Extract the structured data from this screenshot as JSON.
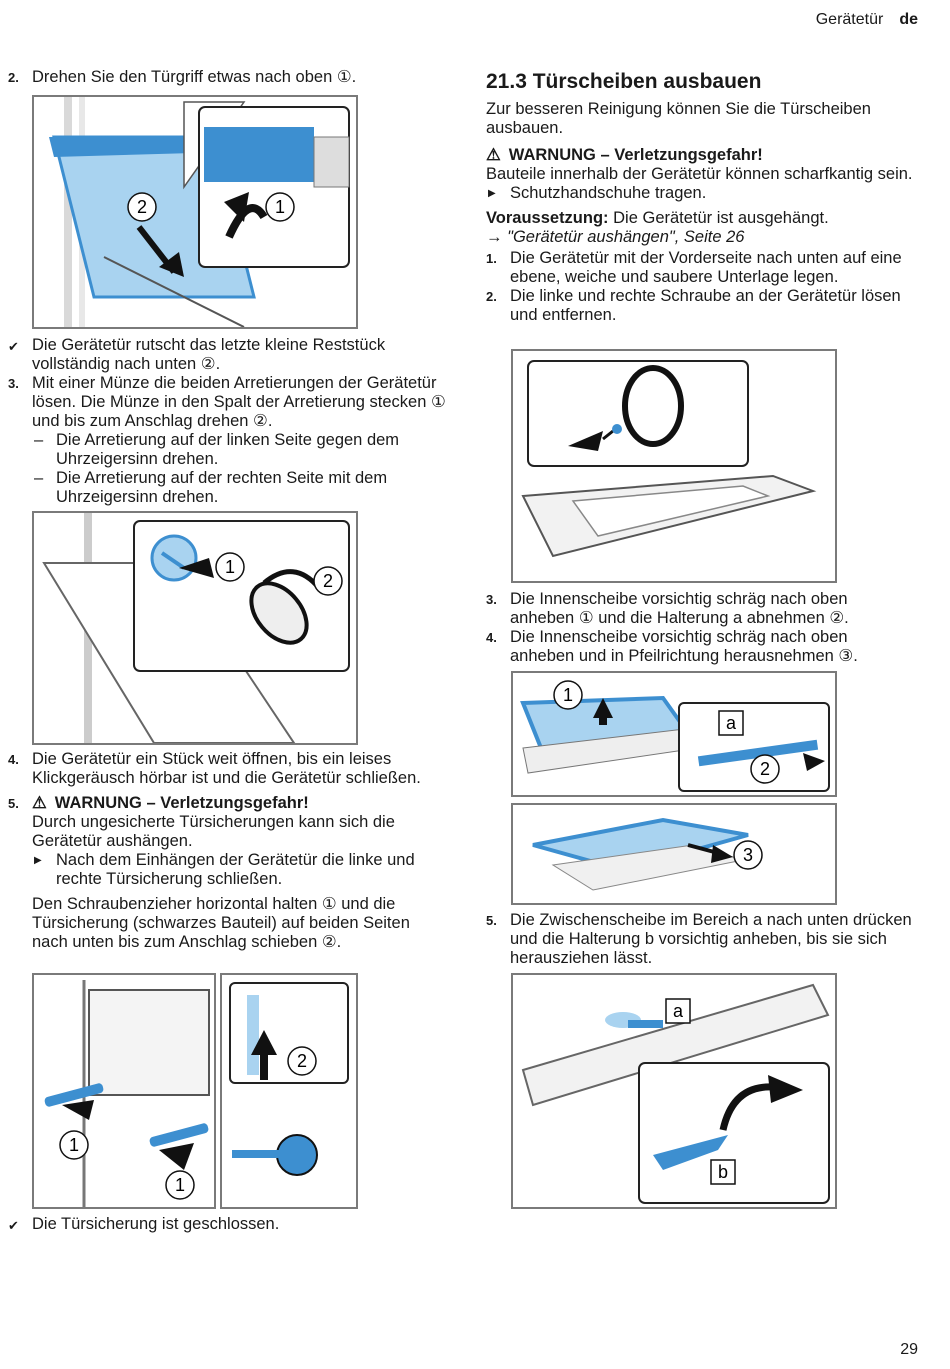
{
  "header": {
    "section": "Gerätetür",
    "lang": "de"
  },
  "page_number": "29",
  "left": {
    "step2": {
      "num": "2.",
      "text": "Drehen Sie den Türgriff etwas nach oben ①."
    },
    "fig1": {
      "c1": "1",
      "c2": "2"
    },
    "result1": {
      "text": "Die Gerätetür rutscht das letzte kleine Reststück vollständig nach unten ②."
    },
    "step3": {
      "num": "3.",
      "text": "Mit einer Münze die beiden Arretierungen der Gerätetür lösen. Die Münze in den Spalt der Arretierung stecken ① und bis zum Anschlag drehen ②."
    },
    "dash1": {
      "text": "Die Arretierung auf der linken Seite gegen dem Uhrzeigersinn drehen."
    },
    "dash2": {
      "text": "Die Arretierung auf der rechten Seite mit dem Uhrzeigersinn drehen."
    },
    "fig2": {
      "c1": "1",
      "c2": "2"
    },
    "step4": {
      "num": "4.",
      "text": "Die Gerätetür ein Stück weit öffnen, bis ein leises Klickgeräusch hörbar ist und die Gerätetür schließen."
    },
    "step5": {
      "num": "5.",
      "warning": "WARNUNG – Verletzungsgefahr!",
      "text": "Durch ungesicherte Türsicherungen kann sich die Gerätetür aushängen."
    },
    "bullet1": {
      "text": "Nach dem Einhängen der Gerätetür die linke und rechte Türsicherung schließen."
    },
    "para1": {
      "text": "Den Schraubenzieher horizontal halten ① und die Türsicherung (schwarzes Bauteil) auf beiden Seiten nach unten bis zum Anschlag schieben ②."
    },
    "fig3": {
      "c1": "1",
      "c1b": "1",
      "c2": "2"
    },
    "result2": {
      "text": "Die Türsicherung ist geschlossen."
    }
  },
  "right": {
    "heading": "21.3 Türscheiben ausbauen",
    "intro": "Zur besseren Reinigung können Sie die Türscheiben ausbauen.",
    "warning": "WARNUNG – Verletzungsgefahr!",
    "warn_text": "Bauteile innerhalb der Gerätetür können scharfkantig sein.",
    "bullet": "Schutzhandschuhe tragen.",
    "prereq_label": "Voraussetzung:",
    "prereq_text": "Die Gerätetür ist ausgehängt.",
    "prereq_link": "→ \"Gerätetür aushängen\", Seite 26",
    "step1": {
      "num": "1.",
      "text": "Die Gerätetür mit der Vorderseite nach unten auf eine ebene, weiche und saubere Unterlage legen."
    },
    "step2": {
      "num": "2.",
      "text": "Die linke und rechte Schraube an der Gerätetür lösen und entfernen."
    },
    "step3": {
      "num": "3.",
      "text": "Die Innenscheibe vorsichtig schräg nach oben anheben ① und die Halterung a abnehmen ②."
    },
    "step4": {
      "num": "4.",
      "text": "Die Innenscheibe vorsichtig schräg nach oben anheben und in Pfeilrichtung herausnehmen ③."
    },
    "fig5": {
      "c1": "1",
      "a": "a",
      "c2": "2"
    },
    "fig6": {
      "c3": "3"
    },
    "step5": {
      "num": "5.",
      "text": "Die Zwischenscheibe im Bereich a nach unten drücken und die Halterung b vorsichtig anheben, bis sie sich herausziehen lässt."
    },
    "fig7": {
      "a": "a",
      "b": "b"
    }
  },
  "colors": {
    "accent_blue": "#3d8fd0",
    "light_blue": "#a9d3f0",
    "frame": "#7a7a7a"
  }
}
